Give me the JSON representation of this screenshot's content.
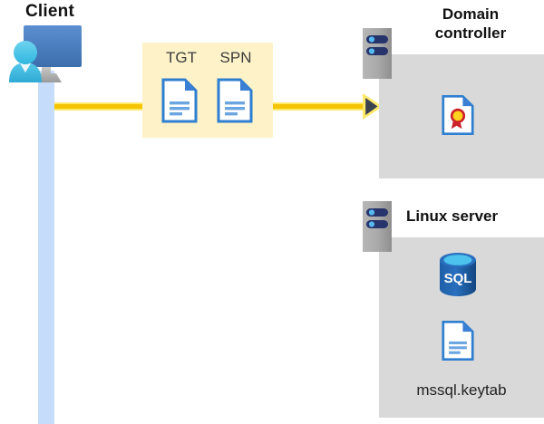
{
  "diagram": {
    "title_client": "Client",
    "client_icon_name": "client-workstation-icon",
    "message_box": {
      "labels": [
        "TGT",
        "SPN"
      ],
      "doc_icon_names": [
        "tgt-document-icon",
        "spn-document-icon"
      ],
      "background_color": "#fdf2c8"
    },
    "flow": {
      "direction": "client-to-domain-controller",
      "line_color": "#f5c400",
      "line_outline_color": "#ffe96b",
      "arrow_head_color": "#3b4250"
    },
    "lifeline": {
      "color": "#c5dcfa"
    },
    "zones": [
      {
        "id": "domain-controller",
        "title": "Domain\ncontroller",
        "title_line1": "Domain",
        "title_line2": "controller",
        "background_color": "#d9d9d9",
        "rack_icon_name": "server-rack-icon",
        "contents": [
          {
            "icon": "certificate-document-icon",
            "label": ""
          }
        ]
      },
      {
        "id": "linux-server",
        "title": "Linux server",
        "background_color": "#d9d9d9",
        "rack_icon_name": "server-rack-icon",
        "contents": [
          {
            "icon": "sql-database-icon",
            "label": "SQL"
          },
          {
            "icon": "keytab-document-icon",
            "label": "mssql.keytab"
          }
        ]
      }
    ],
    "sql_icon_text": "SQL",
    "keytab_filename": "mssql.keytab"
  }
}
